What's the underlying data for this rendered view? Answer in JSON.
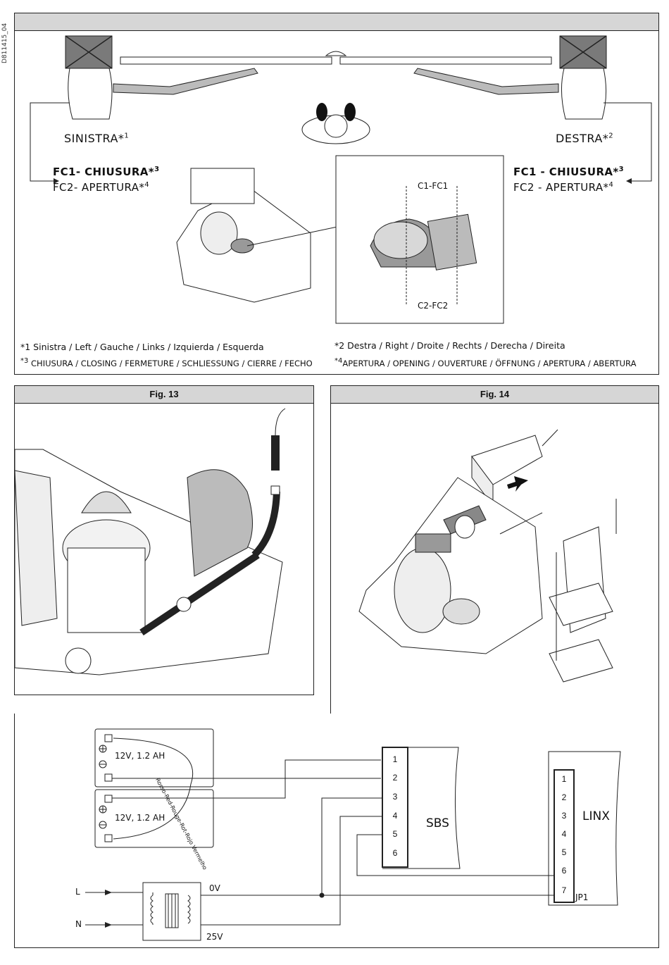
{
  "doc_code": "D811415_04",
  "top_panel": {
    "left_label": "SINISTRA*",
    "left_sup": "1",
    "right_label": "DESTRA*",
    "right_sup": "2",
    "left_fc1": "FC1- CHIUSURA*",
    "left_fc1_sup": "3",
    "left_fc2": "FC2- APERTURA*",
    "left_fc2_sup": "4",
    "right_fc1": "FC1 - CHIUSURA*",
    "right_fc1_sup": "3",
    "right_fc2": "FC2 - APERTURA*",
    "right_fc2_sup": "4",
    "detail_c1": "C1-FC1",
    "detail_c2": "C2-FC2",
    "legend1": "*1 Sinistra / Left / Gauche / Links / Izquierda / Esquerda",
    "legend2": "*2 Destra / Right / Droite / Rechts / Derecha / Direita",
    "legend3_mark": "*3",
    "legend3": "CHIUSURA / CLOSING / FERMETURE / SCHLIESSUNG / CIERRE / FECHO",
    "legend4_mark": "*4",
    "legend4": "APERTURA / OPENING / OUVERTURE / ÖFFNUNG / APERTURA / ABERTURA"
  },
  "fig13": {
    "title": "Fig. 13"
  },
  "fig14": {
    "title": "Fig. 14"
  },
  "wiring": {
    "battery1": "12V, 1.2 AH",
    "battery2": "12V, 1.2 AH",
    "wire_colors": "Rosso-Red-Rouge-Rot-Rojo Vermelho",
    "sbs_label": "SBS",
    "sbs_terminals": [
      "1",
      "2",
      "3",
      "4",
      "5",
      "6"
    ],
    "linx_label": "LINX",
    "linx_terminals": [
      "1",
      "2",
      "3",
      "4",
      "5",
      "6",
      "7"
    ],
    "jp1": "JP1",
    "line_l": "L",
    "line_n": "N",
    "v0": "0V",
    "v25": "25V"
  }
}
